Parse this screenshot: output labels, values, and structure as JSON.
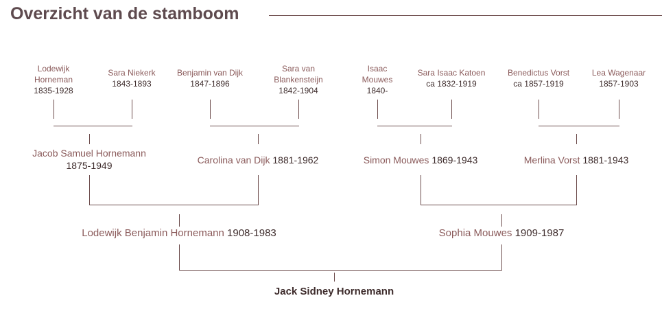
{
  "title": "Overzicht van de stamboom",
  "gen1": [
    {
      "name": "Lodewijk Horneman",
      "years": "1835-1928"
    },
    {
      "name": "Sara Niekerk",
      "years": "1843-1893"
    },
    {
      "name": "Benjamin van Dijk",
      "years": "1847-1896"
    },
    {
      "name": "Sara van Blankensteijn",
      "years": "1842-1904"
    },
    {
      "name": "Isaac Mouwes",
      "years": "1840-"
    },
    {
      "name": "Sara Isaac Katoen",
      "years": "ca 1832-1919"
    },
    {
      "name": "Benedictus Vorst",
      "years": "ca 1857-1919"
    },
    {
      "name": "Lea Wagenaar",
      "years": "1857-1903"
    }
  ],
  "gen2": [
    {
      "name": "Jacob Samuel Hornemann",
      "years": "1875-1949"
    },
    {
      "name": "Carolina van Dijk",
      "years": "1881-1962"
    },
    {
      "name": "Simon Mouwes",
      "years": "1869-1943"
    },
    {
      "name": "Merlina Vorst",
      "years": "1881-1943"
    }
  ],
  "gen3": [
    {
      "name": "Lodewijk Benjamin Hornemann",
      "years": "1908-1983"
    },
    {
      "name": "Sophia Mouwes",
      "years": "1909-1987"
    }
  ],
  "root": {
    "name": "Jack Sidney Hornemann"
  }
}
